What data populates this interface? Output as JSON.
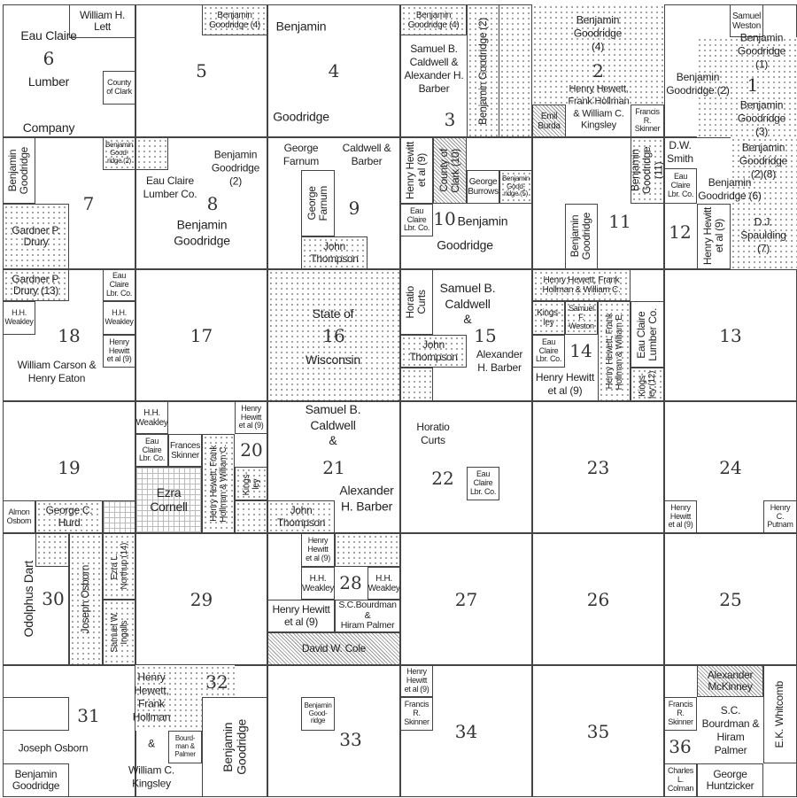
{
  "sections": [
    "6",
    "5",
    "4",
    "3",
    "2",
    "1",
    "7",
    "8",
    "9",
    "10",
    "11",
    "12",
    "18",
    "17",
    "16",
    "15",
    "14",
    "13",
    "19",
    "20",
    "21",
    "22",
    "23",
    "24",
    "30",
    "29",
    "28",
    "27",
    "26",
    "25",
    "31",
    "32",
    "33",
    "34",
    "35",
    "36"
  ],
  "l": {
    "s6_lett": "William H.\nLett",
    "s6_ecl": "Eau Claire\n\nLumber\n\nCompany",
    "s6_clark": "County\nof Clark",
    "s5_bg4": "Benjamin\nGoodridge (4)",
    "s4_benj": "Benjamin",
    "s4_good": "Goodridge",
    "s3_bg4": "Benjamin\nGoodridge (4)",
    "s3_bg2": "Benjamin Goodridge (2)",
    "s3_cb": "Samuel B.\nCaldwell &\nAlexander H.\nBarber",
    "s2_bg4": "Benjamin\nGoodridge\n(4)",
    "s2_hhk": "Henry Hewett,\nFrank Hollman\n& William C.\nKingsley",
    "s2_burda": "Emil\nBurda",
    "s2_skinner": "Francis\nR.\nSkinner",
    "s1_weston": "Samuel\nWeston",
    "s1_bg1": "Benjamin\nGoodridge (1)",
    "s1_bg2": "Benjamin\nGoodridge (2)",
    "s1_bg3": "Benjamin\nGoodridge (3)",
    "s7_bg": "Benjamin\nGoodridge",
    "s7_drury": "Gardner P.\nDrury",
    "s8_bg2s": "Benjamin\nGood-\nridge (2)",
    "s8_ecl": "Eau Claire\nLumber Co.",
    "s8_bg2": "Benjamin\nGoodridge\n(2)",
    "s8_bg": "Benjamin\nGoodridge",
    "s9_farnum": "George\nFarnum",
    "s9_cb": "Caldwell &\nBarber",
    "s9_farnum2": "George\nFarnum",
    "s9_thompson": "John\nThompson",
    "s10_hh": "Henry Hewitt\net al (9)",
    "s10_clark": "County of\nClark (10)",
    "s10_burrows": "George\nBurrows",
    "s10_bg5": "Benjamin\nGood-\nridge (5)",
    "s10_ecl": "Eau\nClaire\nLbr. Co.",
    "s10_benj": "Benjamin",
    "s10_good": "Goodridge",
    "s11_bg11": "Benjamin\nGoodridge (11)",
    "s11_bg": "Benjamin\nGoodridge",
    "s12_smith": "D.W.\nSmith",
    "s12_ecl": "Eau\nClaire\nLbr. Co.",
    "s12_bg28": "Benjamin\nGoodridge\n(2)(8)",
    "s12_bg6": "Benjamin\nGoodridge (6)",
    "s12_hh": "Henry Hewitt\net al (9)",
    "s12_spaulding": "D.J.\nSpaulding\n(7)",
    "s18_drury": "Gardner P.\nDrury (13)",
    "s18_ecl": "Eau\nClaire\nLbr. Co.",
    "s18_weak1": "H.H.\nWeakley",
    "s18_weak2": "H.H.\nWeakley",
    "s18_hh": "Henry\nHewitt\net al (9)",
    "s18_ce": "William Carson &\nHenry Eaton",
    "s16_state": "State of\n\nWisconsin",
    "s15_curts": "Horatio\nCurts",
    "s15_cb": "Samuel B.\nCaldwell\n&",
    "s15_thompson": "John\nThompson",
    "s15_barber": "Alexander\nH. Barber",
    "s14_hhw": "Henry Hewett, Frank\nHollman & William C.",
    "s14_kings": "Kings-\nley",
    "s14_weston": "Samuel\nF.\nWeston",
    "s14_ecl": "Eau\nClaire\nLbr. Co.",
    "s14_hh": "Henry Hewitt\net al (9)",
    "s14_hhw2": "Henry Hewett, Frank\nHollman & William E.",
    "s14_eclc": "Eau Claire\nLumber Co.",
    "s14_kings12": "Kings-\nley (12)",
    "s20_weak": "H.H.\nWeakley",
    "s20_hh": "Henry\nHewitt\net al (9)",
    "s20_ecl": "Eau\nClaire\nLbr. Co.",
    "s20_skinner": "Frances\nSkinner",
    "s20_cornell": "Ezra\nCornell",
    "s20_hhw": "Henry Hewett, Frank\nHollman & William C.",
    "s20_kings": "Kings-\nley",
    "s19_osborn": "Almon\nOsborn",
    "s19_hurd": "George C.\nHurd",
    "s21_cb": "Samuel B.\nCaldwell\n&",
    "s21_barber": "Alexander\nH. Barber",
    "s21_thompson": "John\nThompson",
    "s22_curts": "Horatio\nCurts",
    "s22_ecl": "Eau\nClaire\nLbr. Co.",
    "s24_hh": "Henry\nHewitt\net al (9)",
    "s24_putnam": "Henry\nC.\nPutnam",
    "s30_dart": "Odolphus Dart",
    "s30_osborn": "Joseph Osborn",
    "s30_northup": "Ezra L.\nNorthup (14)",
    "s30_ingalls": "Samuel W.\nIngalls",
    "s28_hh1": "Henry\nHewitt\net al (9)",
    "s28_weak1": "H.H.\nWeakley",
    "s28_weak2": "H.H.\nWeakley",
    "s28_hh2": "Henry Hewitt\net al (9)",
    "s28_bp": "S.C.Bourdman &\nHiram Palmer",
    "s28_cole": "David W. Cole",
    "s31_osborn": "Joseph Osborn",
    "s31_bg": "Benjamin\nGoodridge",
    "s32_hhk": "Henry\nHewett,\nFrank\nHollman\n\n&\n\nWilliam C.\nKingsley",
    "s32_bp": "Bourd-\nman &\nPalmer",
    "s32_bg": "Benjamin\nGoodridge",
    "s33_bg": "Benjamin\nGood-\nridge",
    "s34_hh": "Henry\nHewitt\net al (9)",
    "s34_skinner": "Francis\nR.\nSkinner",
    "s36_mck": "Alexander\nMcKinney",
    "s36_skinner": "Francis\nR.\nSkinner",
    "s36_bp": "S.C.\nBourdman &\nHiram\nPalmer",
    "s36_colman": "Charles\nL.\nColman",
    "s36_huntz": "George\nHuntzicker",
    "s36_whitcomb": "E.K. Whitcomb"
  }
}
